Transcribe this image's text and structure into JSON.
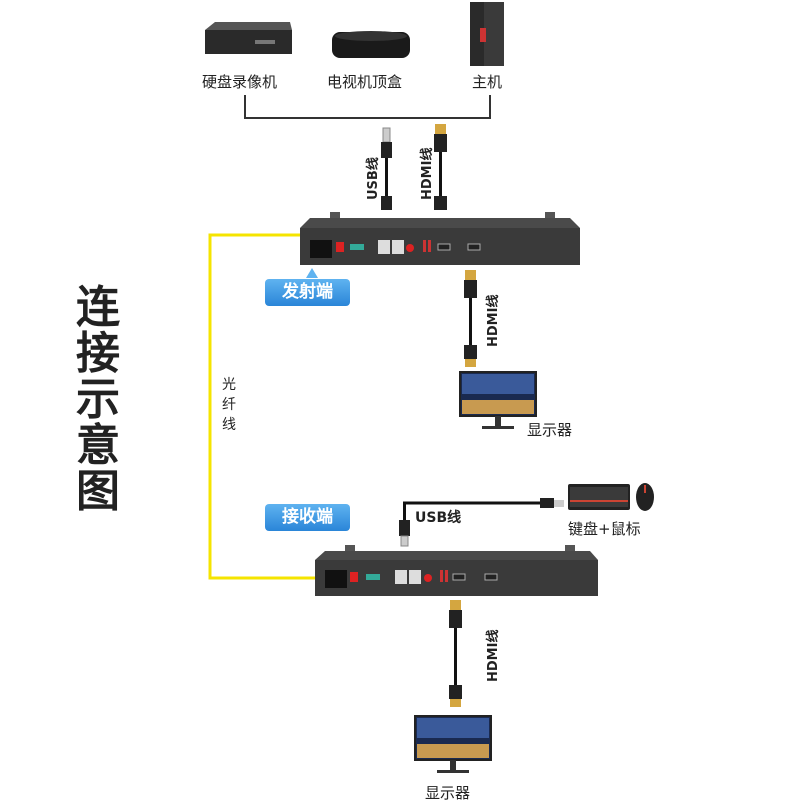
{
  "title": "连接示意图",
  "sources": [
    {
      "label": "硬盘录像机",
      "icon": "dvr-icon"
    },
    {
      "label": "电视机顶盒",
      "icon": "set-top-box-icon"
    },
    {
      "label": "主机",
      "icon": "pc-tower-icon"
    }
  ],
  "cables": {
    "usb_top": "USB线",
    "hdmi_top": "HDMI线",
    "hdmi_tx": "HDMI线",
    "fiber": "光纤线",
    "usb_rx": "USB线",
    "hdmi_rx": "HDMI线"
  },
  "transmitter": {
    "label": "发射端"
  },
  "receiver": {
    "label": "接收端"
  },
  "monitor_tx": {
    "label": "显示器"
  },
  "monitor_rx": {
    "label": "显示器"
  },
  "keyboard_mouse": {
    "label": "键盘+鼠标"
  },
  "colors": {
    "fiber": "#f5e400",
    "badge": "#2a85d8",
    "device": "#3a3a3a"
  }
}
